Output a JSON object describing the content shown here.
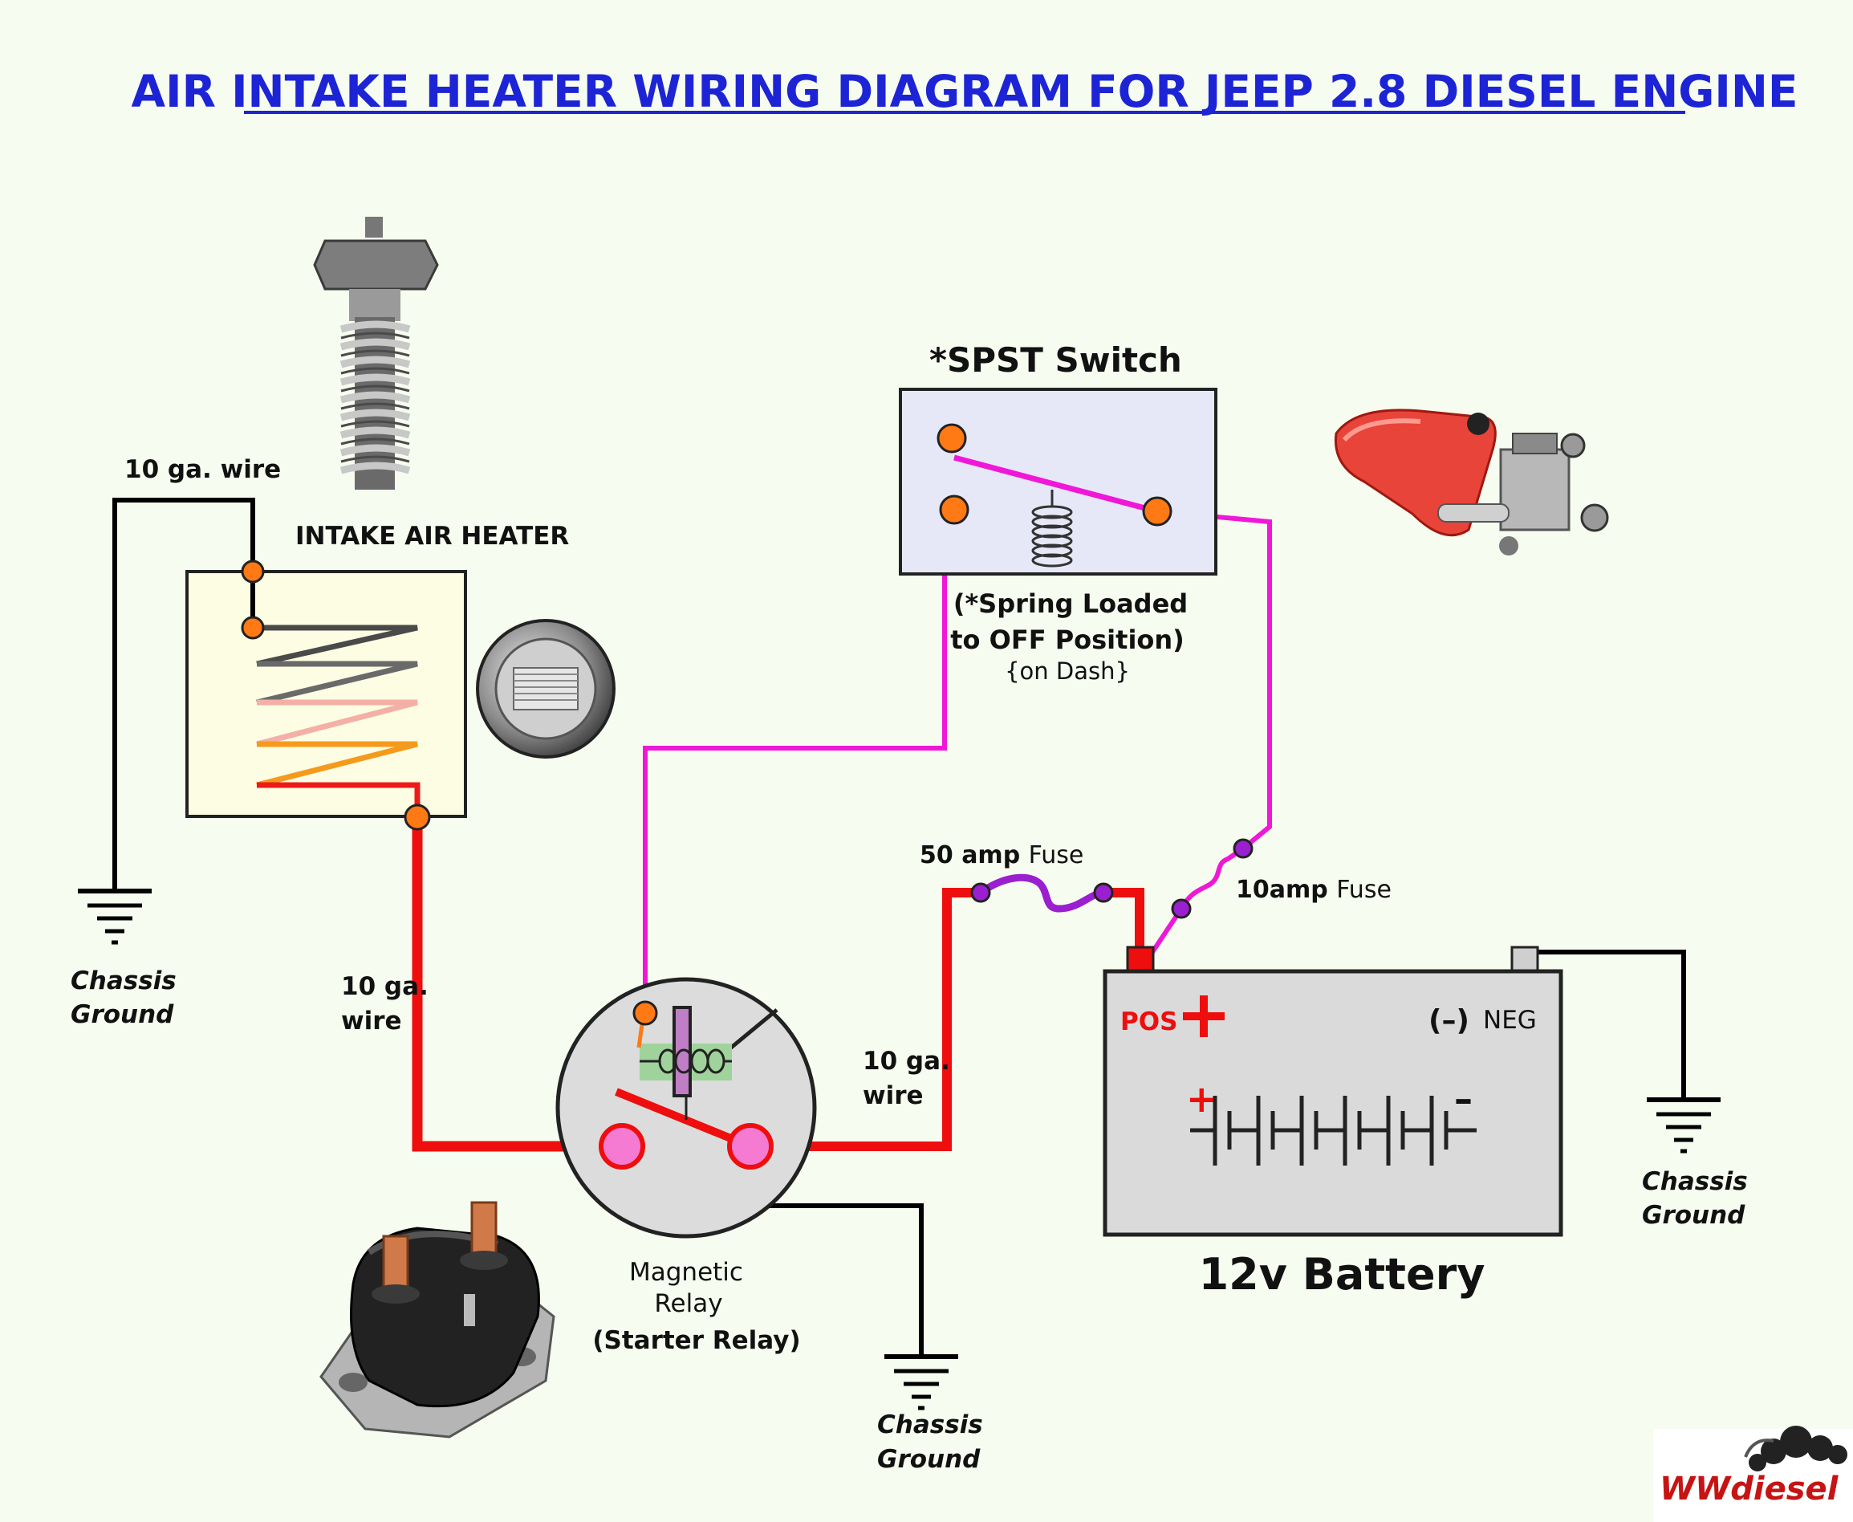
{
  "title": "AIR INTAKE HEATER WIRING DIAGRAM FOR JEEP 2.8 DIESEL ENGINE",
  "labels": {
    "wire_top_left": "10 ga. wire",
    "intake_air_heater": "INTAKE AIR HEATER",
    "chassis_ground_left": [
      "Chassis",
      "Ground"
    ],
    "wire_left_line1": "10 ga.",
    "wire_left_line2": "wire",
    "spst_switch": "*SPST Switch",
    "spring_note_line1": "(*Spring Loaded",
    "spring_note_line2": "to OFF Position)",
    "spring_note_line3": "{on Dash}",
    "fuse_50_amount": "50 amp",
    "fuse_50_word": "Fuse",
    "fuse_10_amount": "10amp",
    "fuse_10_word": "Fuse",
    "wire_mid_line1": "10 ga.",
    "wire_mid_line2": "wire",
    "battery_pos": "POS",
    "battery_neg_symbol": "(–)",
    "battery_neg": "NEG",
    "battery_cell_plus": "+",
    "battery_cell_minus": "–",
    "battery_name": "12v Battery",
    "relay_line1": "Magnetic",
    "relay_line2": "Relay",
    "relay_line3": "(Starter Relay)",
    "chassis_ground_bottom": [
      "Chassis",
      "Ground"
    ],
    "chassis_ground_right": [
      "Chassis",
      "Ground"
    ],
    "logo_text": "WWdiesel"
  },
  "icons": [
    "heater-plug-photo",
    "heater-grid-photo",
    "toggle-switch-photo",
    "solenoid-photo",
    "ground-symbol-icon",
    "coil-icon",
    "spring-icon",
    "fuse-icon",
    "battery-cells-icon",
    "logo-steam-icon"
  ],
  "colors": {
    "background": "#f6fcef",
    "title": "#1d24d6",
    "power_wire": "#ee0e0e",
    "control_wire": "#f018d8",
    "terminal": "#ff7a14",
    "fuse_dot": "#9a1fd0",
    "relay_body": "#dcdcdc",
    "battery_body": "#dadada"
  }
}
